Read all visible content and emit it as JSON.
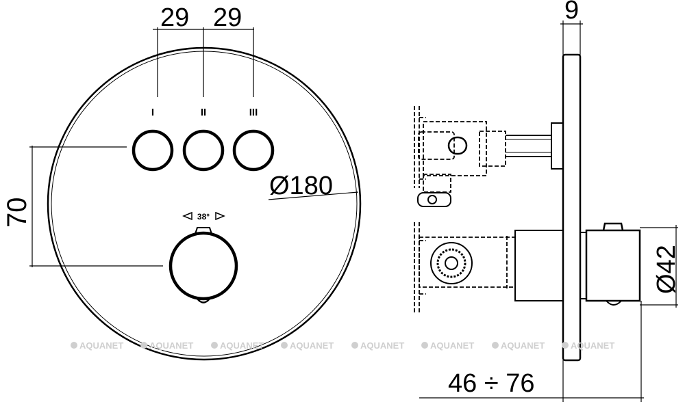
{
  "dimensions": {
    "spacing_left": "29",
    "spacing_right": "29",
    "plate_diameter": "Ø180",
    "button_to_knob": "70",
    "plate_thickness": "9",
    "knob_diameter": "Ø42",
    "install_depth": "46 ÷ 76"
  },
  "button_labels": [
    "I",
    "II",
    "III"
  ],
  "rotation_angle": "38°",
  "watermark": "AQUANET"
}
